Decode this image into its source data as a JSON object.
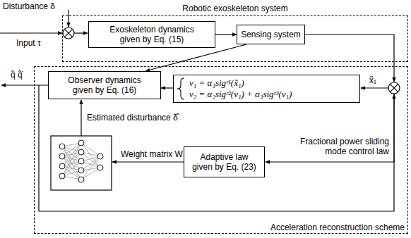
{
  "diagram": {
    "nodes": [
      {
        "text": [
          "Robotic exoskeleton system"
        ]
      },
      {
        "text": [
          "Exoskeleton dynamics given by Eq. (15)"
        ],
        "in": 0
      },
      {
        "text": [
          "Sensing system"
        ],
        "in": 0
      },
      {
        "text": [
          "Acceleration reconstruction scheme"
        ]
      },
      {
        "text": [
          "Observer dynamics given by Eq. (16)"
        ],
        "in": 3
      },
      {
        "text": [
          "v₁ = α₁sigʳ¹(x̃₁)",
          "v₂ = α₂sigʳ²(v₁) + α₃sigʳ³(v₁)"
        ],
        "in": 3
      },
      {
        "text": [
          "Adaptive law given by Eq. (23)"
        ],
        "in": 3
      }
    ],
    "edges": [
      {
        "from": 1,
        "to": 2,
        "arrow": "to"
      },
      {
        "from": 2,
        "to": 4,
        "arrow": "to"
      },
      {
        "from": 5,
        "to": 4,
        "arrow": "to"
      }
    ],
    "labels": [
      "Disturbance δ",
      "Input τ",
      "q̂ q̂̇",
      "x̃₁",
      "Estimated disturbance δ̂",
      "Weight matrix W",
      "Fractional power sliding mode control law"
    ]
  }
}
